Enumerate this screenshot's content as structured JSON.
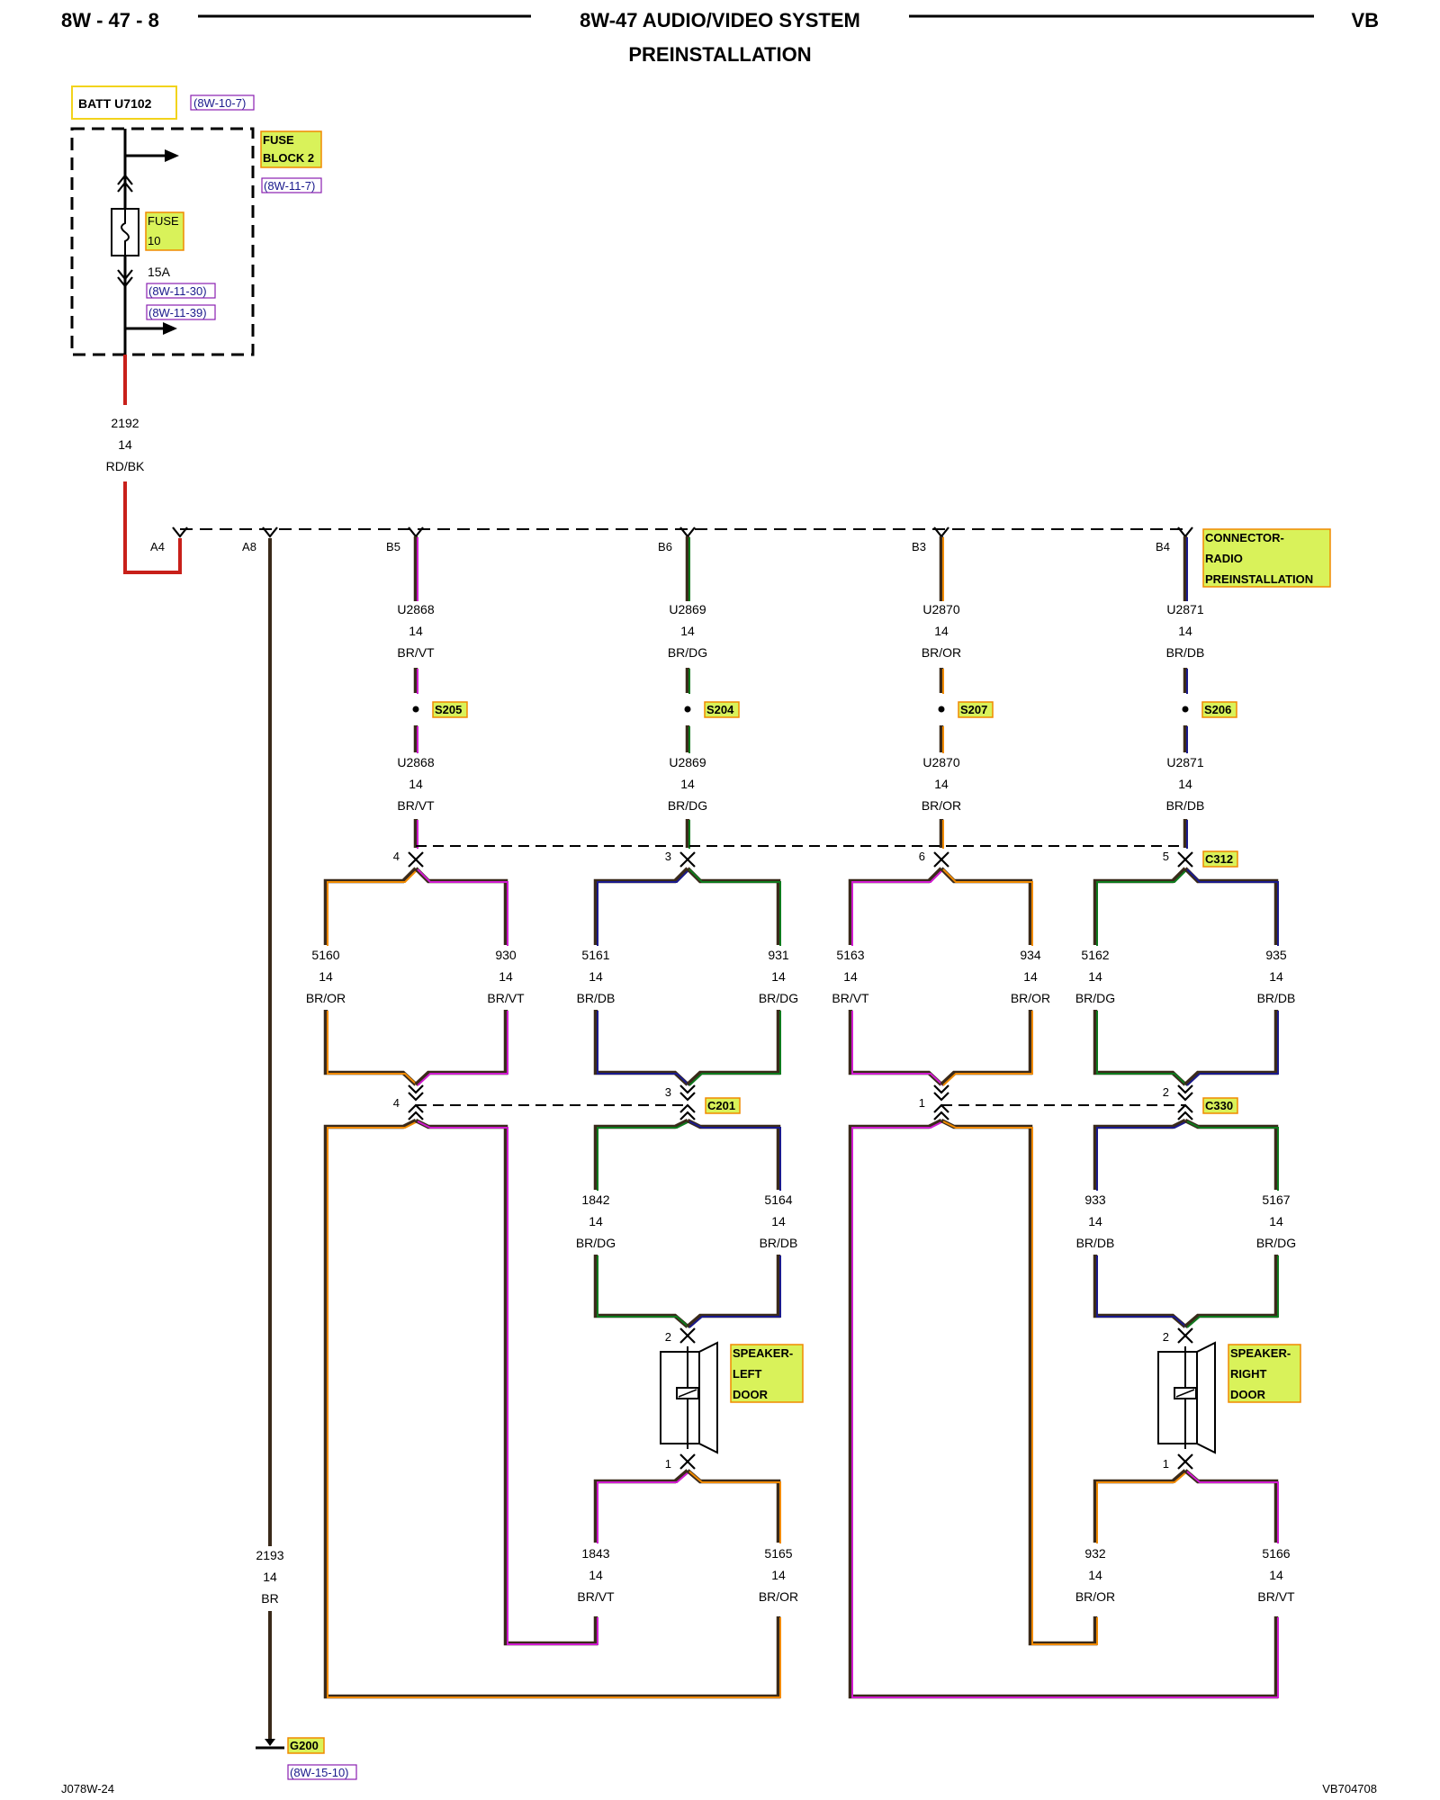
{
  "header": {
    "page_number": "8W - 47 - 8",
    "title_line1": "8W-47 AUDIO/VIDEO SYSTEM",
    "title_line2": "PREINSTALLATION",
    "body_code": "VB"
  },
  "battery": {
    "label": "BATT U7102",
    "ref": "(8W-10-7)"
  },
  "fuse_block": {
    "name_line1": "FUSE",
    "name_line2": "BLOCK 2",
    "ref": "(8W-11-7)",
    "fuse_line1": "FUSE",
    "fuse_line2": "10",
    "rating": "15A",
    "ref2": "(8W-11-30)",
    "ref3": "(8W-11-39)"
  },
  "feed_wire": {
    "circuit": "2192",
    "gauge": "14",
    "color": "RD/BK"
  },
  "radio_connector": {
    "name_line1": "CONNECTOR-",
    "name_line2": "RADIO",
    "name_line3": "PREINSTALLATION",
    "pins": [
      "A4",
      "A8",
      "B5",
      "B6",
      "B3",
      "B4"
    ]
  },
  "radio_wires": [
    {
      "circuit": "U2868",
      "gauge": "14",
      "color": "BR/VT",
      "splice": "S205"
    },
    {
      "circuit": "U2869",
      "gauge": "14",
      "color": "BR/DG",
      "splice": "S204"
    },
    {
      "circuit": "U2870",
      "gauge": "14",
      "color": "BR/OR",
      "splice": "S207"
    },
    {
      "circuit": "U2871",
      "gauge": "14",
      "color": "BR/DB",
      "splice": "S206"
    }
  ],
  "connector_c312": {
    "name": "C312",
    "pins": [
      "4",
      "3",
      "6",
      "5"
    ]
  },
  "harness_wires": [
    {
      "circuit": "5160",
      "gauge": "14",
      "color": "BR/OR"
    },
    {
      "circuit": "930",
      "gauge": "14",
      "color": "BR/VT"
    },
    {
      "circuit": "5161",
      "gauge": "14",
      "color": "BR/DB"
    },
    {
      "circuit": "931",
      "gauge": "14",
      "color": "BR/DG"
    },
    {
      "circuit": "5163",
      "gauge": "14",
      "color": "BR/VT"
    },
    {
      "circuit": "934",
      "gauge": "14",
      "color": "BR/OR"
    },
    {
      "circuit": "5162",
      "gauge": "14",
      "color": "BR/DG"
    },
    {
      "circuit": "935",
      "gauge": "14",
      "color": "BR/DB"
    }
  ],
  "connector_c201": {
    "name": "C201",
    "pins": [
      "4",
      "3"
    ]
  },
  "connector_c330": {
    "name": "C330",
    "pins": [
      "1",
      "2"
    ]
  },
  "door_wires": [
    {
      "circuit": "1842",
      "gauge": "14",
      "color": "BR/DG"
    },
    {
      "circuit": "5164",
      "gauge": "14",
      "color": "BR/DB"
    },
    {
      "circuit": "933",
      "gauge": "14",
      "color": "BR/DB"
    },
    {
      "circuit": "5167",
      "gauge": "14",
      "color": "BR/DG"
    },
    {
      "circuit": "1843",
      "gauge": "14",
      "color": "BR/VT"
    },
    {
      "circuit": "5165",
      "gauge": "14",
      "color": "BR/OR"
    },
    {
      "circuit": "932",
      "gauge": "14",
      "color": "BR/OR"
    },
    {
      "circuit": "5166",
      "gauge": "14",
      "color": "BR/VT"
    }
  ],
  "speakers": [
    {
      "line1": "SPEAKER-",
      "line2": "LEFT",
      "line3": "DOOR",
      "pin_top": "2",
      "pin_bottom": "1"
    },
    {
      "line1": "SPEAKER-",
      "line2": "RIGHT",
      "line3": "DOOR",
      "pin_top": "2",
      "pin_bottom": "1"
    }
  ],
  "ground_wire": {
    "circuit": "2193",
    "gauge": "14",
    "color": "BR"
  },
  "ground": {
    "name": "G200",
    "ref": "(8W-15-10)"
  },
  "footer": {
    "left_code": "J078W-24",
    "right_code": "VB704708"
  },
  "colors": {
    "brown": "#3a2a1a",
    "red": "#c8201a",
    "violet": "#d01bd0",
    "orange": "#f08a00",
    "dark_green": "#0e7a1e",
    "dark_blue": "#1a1a8c",
    "highlight": "#d9f25a",
    "highlight_border": "#f08a00",
    "battery_border": "#f2d31b"
  }
}
